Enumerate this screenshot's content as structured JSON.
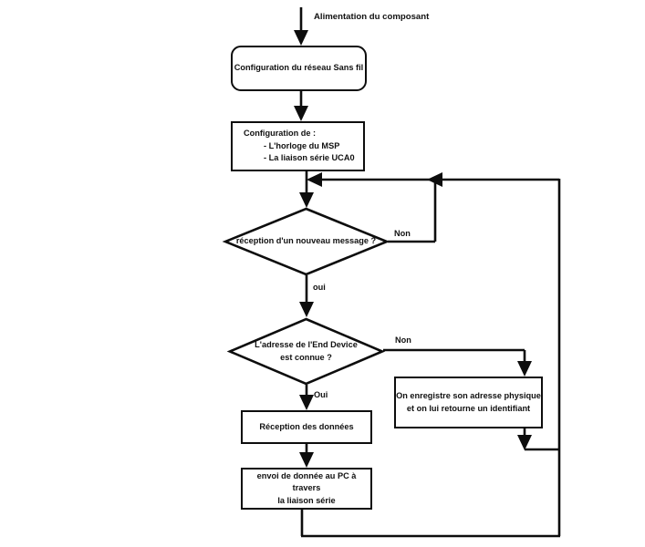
{
  "diagram": {
    "type": "flowchart",
    "language": "fr",
    "entry_label": "Alimentation du composant",
    "nodes": [
      {
        "id": "config-wifi",
        "shape": "rounded-rectangle",
        "text": "Configuration du réseau Sans fil"
      },
      {
        "id": "config-horloge",
        "shape": "rectangle",
        "line1": "Configuration de :",
        "line2": "- L'horloge du MSP",
        "line3": "- La liaison série UCA0"
      },
      {
        "id": "decision-message",
        "shape": "diamond",
        "text": "réception d'un nouveau message ?"
      },
      {
        "id": "decision-adresse",
        "shape": "diamond",
        "line1": "L'adresse de l'End Device",
        "line2": "est connue ?"
      },
      {
        "id": "enregistre-adresse",
        "shape": "rectangle",
        "line1": "On enregistre son adresse physique",
        "line2": "et on lui retourne un identifiant"
      },
      {
        "id": "reception-donnees",
        "shape": "rectangle",
        "text": "Réception des données"
      },
      {
        "id": "envoi-pc",
        "shape": "rectangle",
        "line1": "envoi de donnée au PC à travers",
        "line2": "la liaison série"
      }
    ],
    "edge_labels": {
      "message_non": "Non",
      "message_oui": "oui",
      "adresse_non": "Non",
      "adresse_oui": "Oui"
    },
    "colors": {
      "stroke": "#0d0d0d",
      "text": "#111111",
      "background": "#ffffff"
    }
  }
}
